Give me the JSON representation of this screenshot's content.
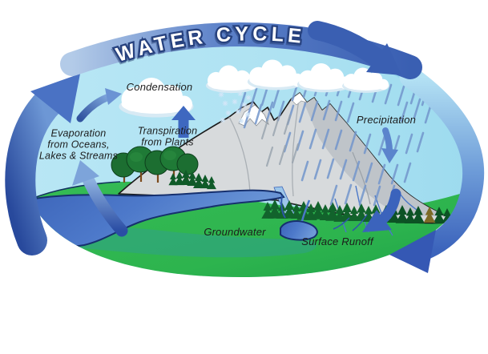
{
  "title": "WATER CYCLE",
  "labels": {
    "condensation": "Condensation",
    "evaporation": [
      "Evaporation",
      "from Oceans,",
      "Lakes & Streams"
    ],
    "transpiration": [
      "Transpiration",
      "from Plants"
    ],
    "precipitation": "Precipitation",
    "groundwater": "Groundwater",
    "surface_runoff": "Surface Runoff"
  },
  "colors": {
    "sky": "#aee2f2",
    "land_green": "#2db44e",
    "arrow_blue_dark": "#2a4b9e",
    "arrow_blue_light": "#7fa8dc",
    "banner_blue": "#4a6fbe",
    "mountain_gray": "#d7dadc",
    "water_blue": "#4d79ca",
    "groundwater_teal": "#2f9e8f",
    "cloud_white": "#ffffff",
    "title_text": "#ffffff",
    "title_outline": "#26417e",
    "label_text": "#1c1c1c"
  }
}
